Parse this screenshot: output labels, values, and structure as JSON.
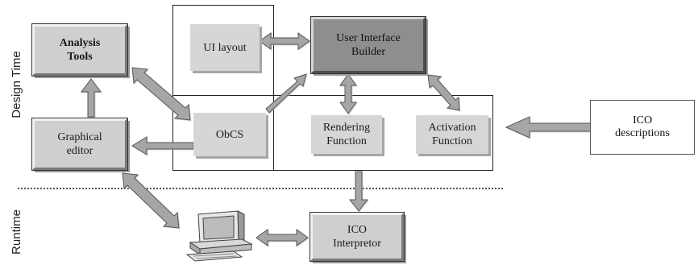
{
  "phases": {
    "design_time": "Design Time",
    "runtime": "Runtime"
  },
  "nodes": {
    "analysis_tools": "Analysis\nTools",
    "graphical_editor": "Graphical\neditor",
    "ui_layout": "UI layout",
    "ui_builder": "User Interface\nBuilder",
    "obcs": "ObCS",
    "rendering_function": "Rendering\nFunction",
    "activation_function": "Activation\nFunction",
    "ico_descriptions": "ICO\ndescriptions",
    "ico_interpretor": "ICO\nInterpretor"
  },
  "icons": {
    "computer": "desktop-computer-icon"
  },
  "colors": {
    "box_fill": "#cfcfcf",
    "builder_fill": "#8e8e8e",
    "arrow_fill": "#a6a6a6",
    "frame_stroke": "#222222"
  }
}
